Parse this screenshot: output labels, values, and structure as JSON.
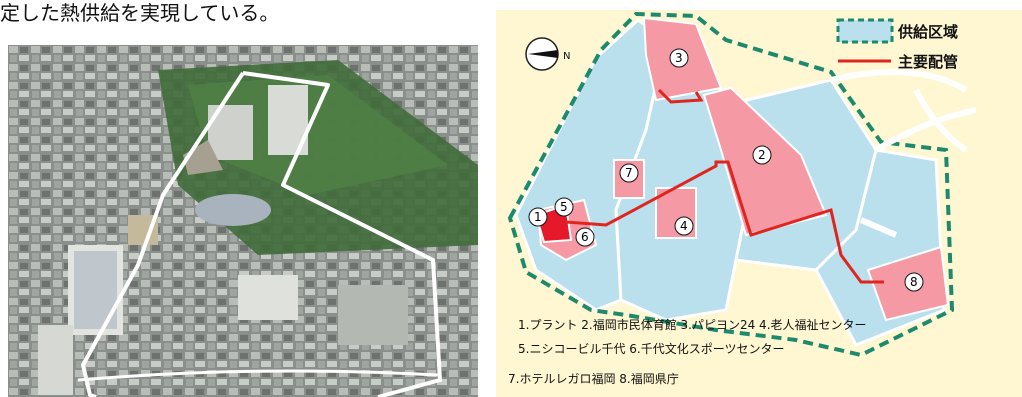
{
  "heading_fragment": "定した熱供給を実現している。",
  "legend": {
    "supply_area": "供給区域",
    "main_pipe": "主要配管",
    "supply_area_fill": "#b9e0ec",
    "supply_area_border": "#1d8a6d",
    "main_pipe_color": "#e0241e"
  },
  "map": {
    "compass": "N",
    "background": "#fff7d1",
    "facility_fill": "#f59aa5",
    "plant_fill": "#e6192a",
    "markers": [
      "1",
      "2",
      "3",
      "4",
      "5",
      "6",
      "7",
      "8"
    ]
  },
  "captions": [
    "1.プラント 2.福岡市民体育館 3.パピヨン24 4.老人福祉センター",
    "5.ニシコービル千代 6.千代文化スポーツセンター",
    "7.ホテルレガロ福岡 8.福岡県庁"
  ]
}
